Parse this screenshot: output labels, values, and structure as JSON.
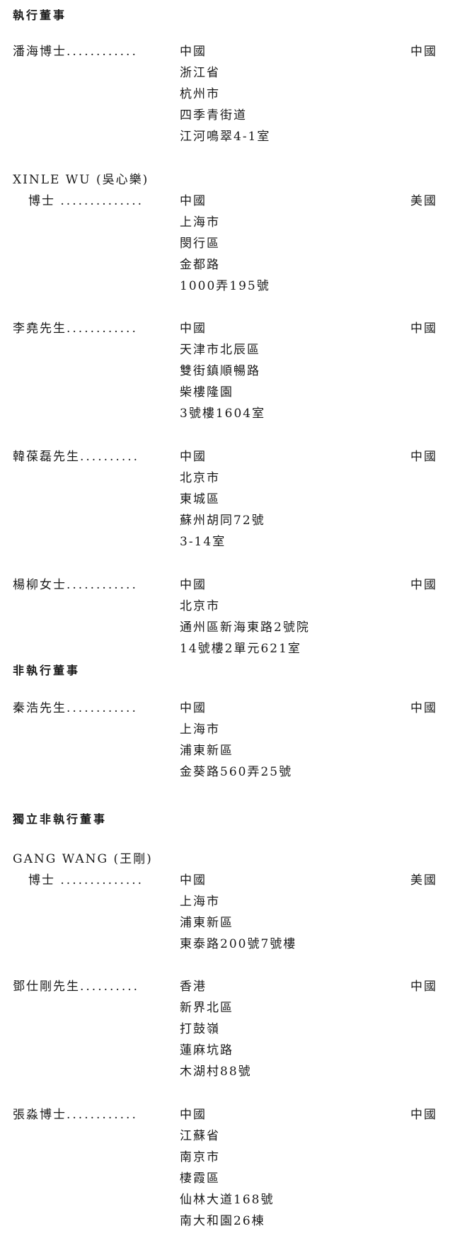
{
  "sections": {
    "executive": "執行董事",
    "non_executive": "非執行董事",
    "independent": "獨立非執行董事"
  },
  "directors": [
    {
      "name": "潘海博士",
      "dots": "............",
      "address": [
        "中國",
        "浙江省",
        "杭州市",
        "四季青街道",
        "江河鳴翠4-1室"
      ],
      "nationality": "中國"
    },
    {
      "name": "XINLE WU (吳心樂)",
      "name_line2": "博士",
      "dots": "..............",
      "address": [
        "中國",
        "上海市",
        "閔行區",
        "金都路",
        "1000弄195號"
      ],
      "nationality": "美國"
    },
    {
      "name": "李堯先生",
      "dots": "............",
      "address": [
        "中國",
        "天津市北辰區",
        "雙街鎮順暢路",
        "柴樓隆園",
        "3號樓1604室"
      ],
      "nationality": "中國"
    },
    {
      "name": "韓葆磊先生",
      "dots": "..........",
      "address": [
        "中國",
        "北京市",
        "東城區",
        "蘇州胡同72號",
        "3-14室"
      ],
      "nationality": "中國"
    },
    {
      "name": "楊柳女士",
      "dots": "............",
      "address": [
        "中國",
        "北京市",
        "通州區新海東路2號院",
        "14號樓2單元621室"
      ],
      "nationality": "中國"
    },
    {
      "name": "秦浩先生",
      "dots": "............",
      "address": [
        "中國",
        "上海市",
        "浦東新區",
        "金葵路560弄25號"
      ],
      "nationality": "中國"
    },
    {
      "name": "GANG WANG (王剛)",
      "name_line2": "博士",
      "dots": "..............",
      "address": [
        "中國",
        "上海市",
        "浦東新區",
        "東泰路200號7號樓"
      ],
      "nationality": "美國"
    },
    {
      "name": "鄧仕剛先生",
      "dots": "..........",
      "address": [
        "香港",
        "新界北區",
        "打鼓嶺",
        "蓮麻坑路",
        "木湖村88號"
      ],
      "nationality": "中國"
    },
    {
      "name": "張淼博士",
      "dots": "............",
      "address": [
        "中國",
        "江蘇省",
        "南京市",
        "棲霞區",
        "仙林大道168號",
        "南大和園26棟"
      ],
      "nationality": "中國"
    }
  ]
}
